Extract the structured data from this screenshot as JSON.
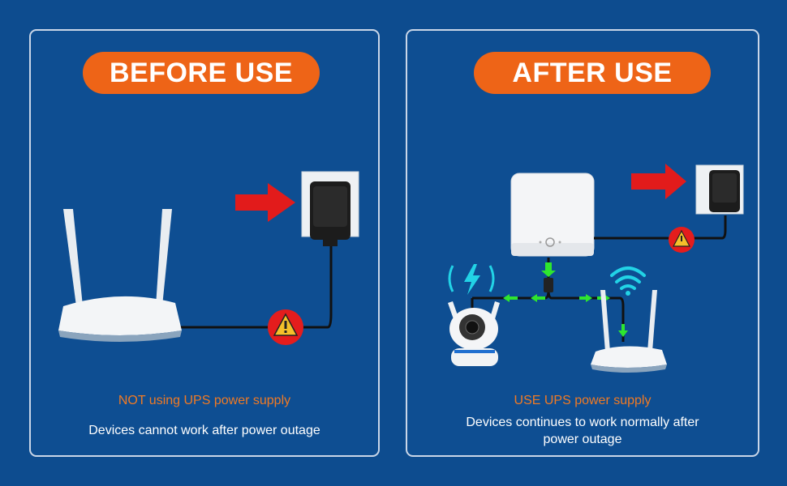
{
  "before": {
    "heading": "BEFORE USE",
    "caption": "NOT using UPS power supply",
    "description": "Devices cannot work after power outage",
    "icons": [
      "router-icon",
      "power-adapter-icon",
      "red-arrow-icon",
      "warning-icon"
    ]
  },
  "after": {
    "heading": "AFTER USE",
    "caption": "USE UPS power supply",
    "description": "Devices continues to work normally after power outage",
    "icons": [
      "ups-box-icon",
      "power-adapter-icon",
      "red-arrow-icon",
      "warning-icon",
      "security-camera-icon",
      "router-icon",
      "wifi-icon",
      "charging-icon"
    ]
  },
  "colors": {
    "background": "#0d4c8f",
    "accent": "#ee6417",
    "warning": "#e41d1d",
    "flow": "#2ee62e",
    "signal": "#22d3e6"
  }
}
